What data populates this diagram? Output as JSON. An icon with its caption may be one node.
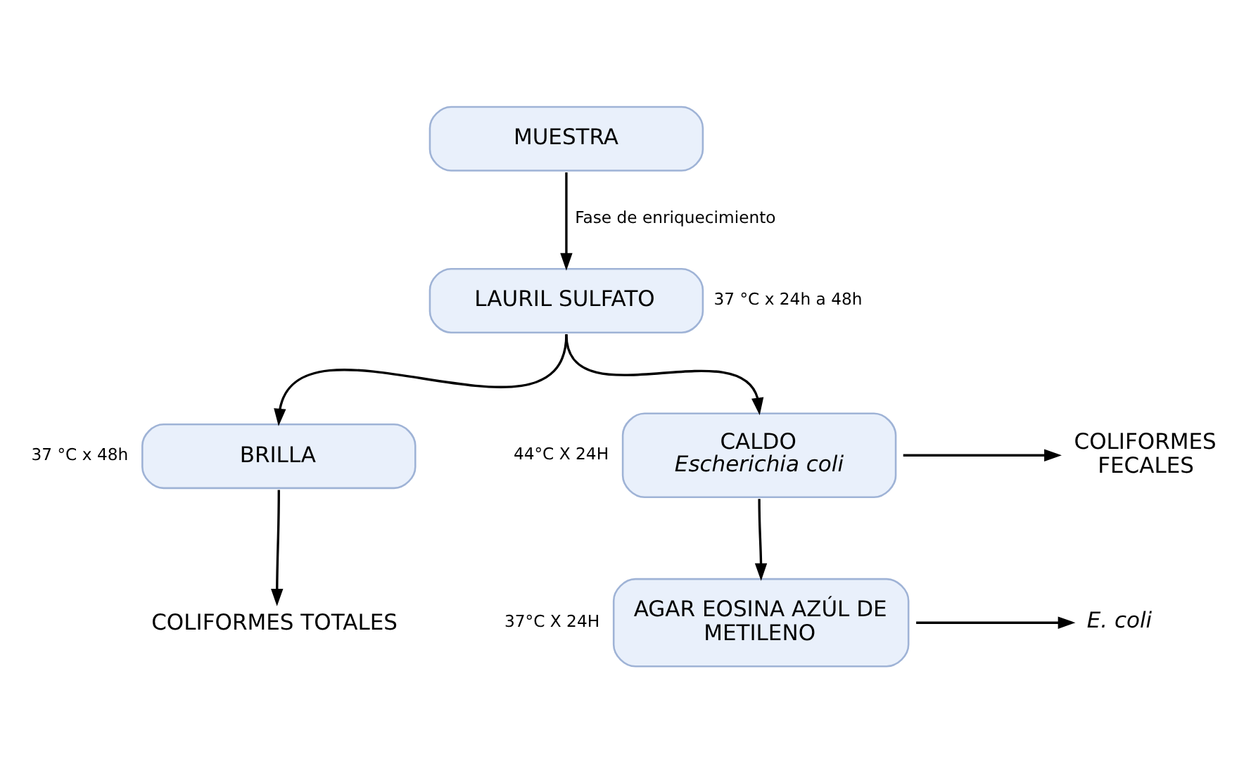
{
  "diagram": {
    "nodes": [
      {
        "text": [
          "MUESTRA"
        ]
      },
      {
        "text": [
          "LAURIL SULFATO"
        ],
        "beside": [
          "37 °C x 24h a 48h"
        ]
      },
      {
        "text": [
          "BRILLA"
        ],
        "beside": [
          "37 °C x 48h"
        ]
      },
      {
        "text": [
          "CALDO",
          "*Escherichia coli*"
        ],
        "beside": [
          "44°C X 24H"
        ]
      },
      {
        "text": [
          "COLIFORMES FECALES"
        ]
      },
      {
        "text": [
          "COLIFORMES TOTALES"
        ]
      },
      {
        "text": [
          "AGAR EOSINA AZÚL DE METILENO"
        ],
        "beside": [
          "37°C X 24H"
        ]
      },
      {
        "text": [
          "*E. coli*"
        ]
      }
    ],
    "edges": [
      {
        "from": 0,
        "to": 1,
        "arrow": "to",
        "label": "Fase de enriquecimiento"
      },
      {
        "from": 1,
        "to": 2,
        "arrow": "to"
      },
      {
        "from": 1,
        "to": 3,
        "arrow": "to"
      },
      {
        "from": 2,
        "to": 5,
        "arrow": "to"
      },
      {
        "from": 3,
        "to": 4,
        "arrow": "to"
      },
      {
        "from": 3,
        "to": 6,
        "arrow": "to"
      },
      {
        "from": 6,
        "to": 7,
        "arrow": "to"
      }
    ]
  }
}
